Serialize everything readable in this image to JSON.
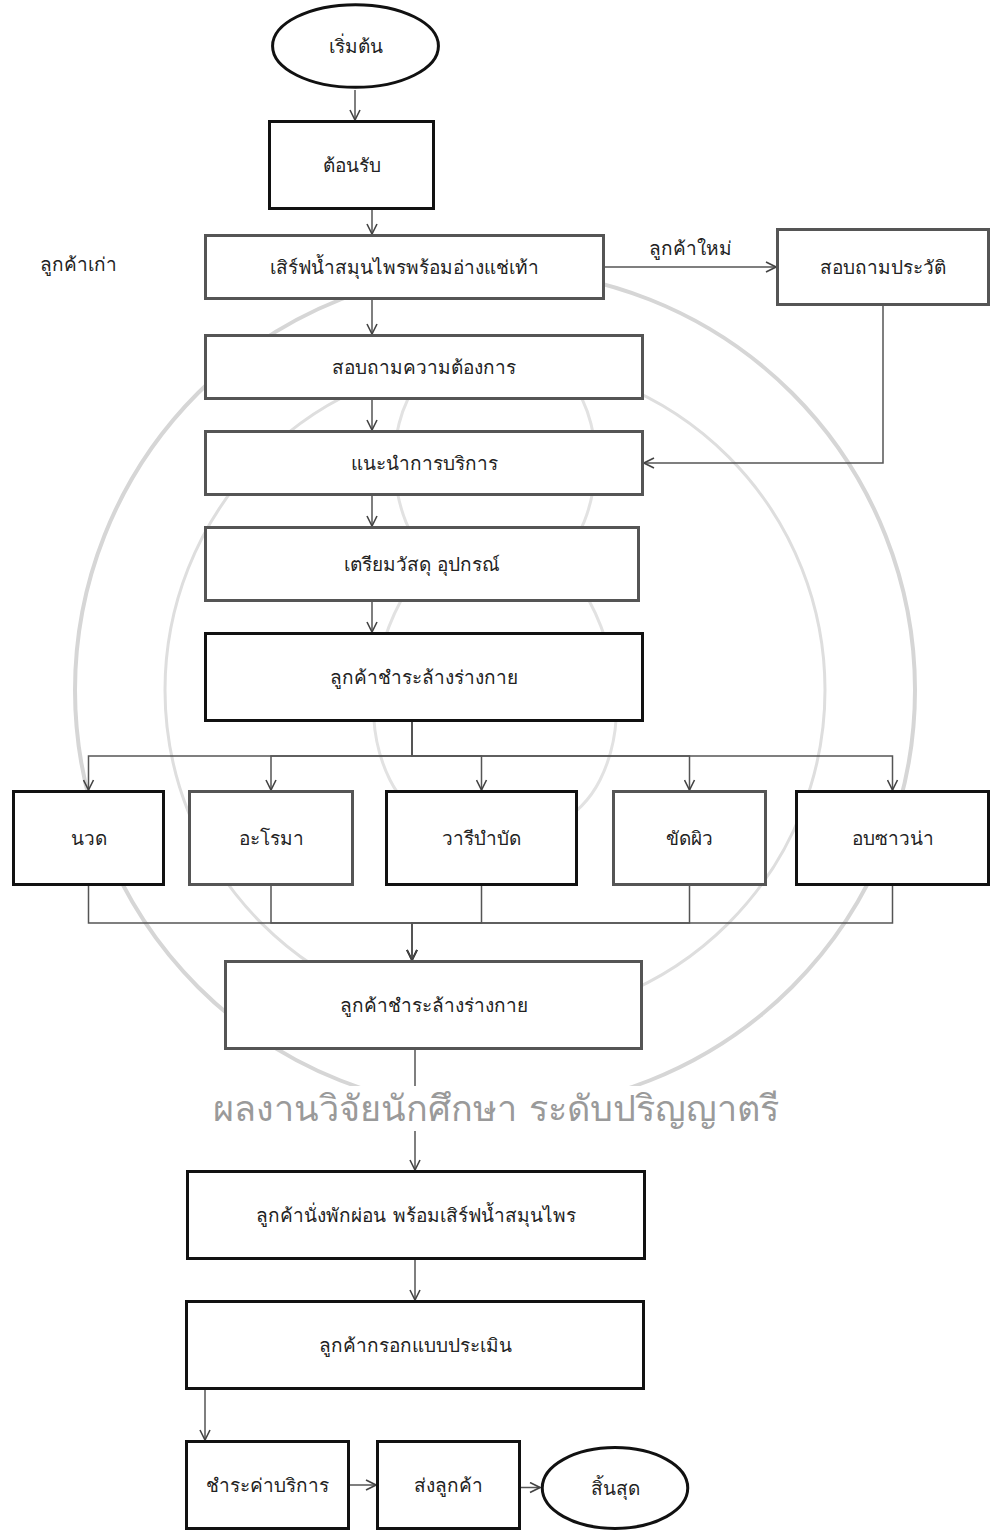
{
  "diagram": {
    "nodes": [
      {
        "text": [
          "เริ่มต้น"
        ]
      },
      {
        "text": [
          "ต้อนรับ"
        ]
      },
      {
        "text": [
          "เสิร์ฟน้ำสมุนไพรพร้อมอ่างแช่เท้า"
        ]
      },
      {
        "text": [
          "สอบถามประวัติ"
        ]
      },
      {
        "text": [
          "สอบถามความต้องการ"
        ]
      },
      {
        "text": [
          "แนะนำการบริการ"
        ]
      },
      {
        "text": [
          "เตรียมวัสดุ อุปกรณ์"
        ]
      },
      {
        "text": [
          "ลูกค้าชำระล้างร่างกาย"
        ]
      },
      {
        "text": [
          "นวด"
        ]
      },
      {
        "text": [
          "อะโรมา"
        ]
      },
      {
        "text": [
          "วารีบำบัด"
        ]
      },
      {
        "text": [
          "ขัดผิว"
        ]
      },
      {
        "text": [
          "อบซาวน่า"
        ]
      },
      {
        "text": [
          "ลูกค้าชำระล้างร่างกาย"
        ]
      },
      {
        "text": [
          "ลูกค้านั่งพักผ่อน พร้อมเสิร์ฟน้ำสมุนไพร"
        ]
      },
      {
        "text": [
          "ลูกค้ากรอกแบบประเมิน"
        ]
      },
      {
        "text": [
          "ชำระค่าบริการ"
        ]
      },
      {
        "text": [
          "ส่งลูกค้า"
        ]
      },
      {
        "text": [
          "สิ้นสุด"
        ]
      }
    ],
    "edges": [
      {
        "from": 0,
        "to": 1,
        "arrow": "to"
      },
      {
        "from": 1,
        "to": 2,
        "arrow": "to"
      },
      {
        "from": 2,
        "to": 3,
        "label": "ลูกค้าใหม่",
        "arrow": "to"
      },
      {
        "from": 2,
        "to": 4,
        "arrow": "to"
      },
      {
        "from": 3,
        "to": 5,
        "arrow": "to"
      },
      {
        "from": 4,
        "to": 5,
        "arrow": "to"
      },
      {
        "from": 5,
        "to": 6,
        "arrow": "to"
      },
      {
        "from": 6,
        "to": 7,
        "arrow": "to"
      },
      {
        "from": 7,
        "to": 8,
        "arrow": "to"
      },
      {
        "from": 7,
        "to": 9,
        "arrow": "to"
      },
      {
        "from": 7,
        "to": 10,
        "arrow": "to"
      },
      {
        "from": 7,
        "to": 11,
        "arrow": "to"
      },
      {
        "from": 7,
        "to": 12,
        "arrow": "to"
      },
      {
        "from": 8,
        "to": 13,
        "arrow": "to"
      },
      {
        "from": 9,
        "to": 13,
        "arrow": "to"
      },
      {
        "from": 10,
        "to": 13,
        "arrow": "to"
      },
      {
        "from": 11,
        "to": 13,
        "arrow": "to"
      },
      {
        "from": 12,
        "to": 13,
        "arrow": "to"
      },
      {
        "from": 13,
        "to": 14,
        "arrow": "to"
      },
      {
        "from": 14,
        "to": 15,
        "arrow": "to"
      },
      {
        "from": 15,
        "to": 16,
        "arrow": "to"
      },
      {
        "from": 16,
        "to": 17,
        "arrow": "to"
      },
      {
        "from": 17,
        "to": 18,
        "arrow": "to"
      }
    ],
    "labels": [
      "ลูกค้าเก่า",
      "ผลงานวิจัยนักศึกษา ระดับปริญญาตรี"
    ]
  }
}
